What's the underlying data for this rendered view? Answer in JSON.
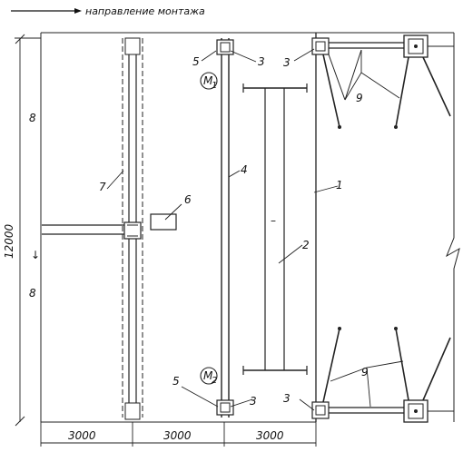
{
  "header": {
    "direction_label": "направление монтажа"
  },
  "dimensions": {
    "height": "12000",
    "bottom": [
      "3000",
      "3000",
      "3000"
    ]
  },
  "labels": {
    "l1": "1",
    "l2": "2",
    "l3a": "3",
    "l3b": "3",
    "l3c": "3",
    "l3d": "3",
    "l4": "4",
    "l5a": "5",
    "l5b": "5",
    "l6": "6",
    "l7": "7",
    "l8a": "8",
    "l8b": "8",
    "l9a": "9",
    "l9b": "9"
  },
  "mechanisms": {
    "m1": "M",
    "m1_sub": "1",
    "m2": "M",
    "m2_sub": "2"
  },
  "bar_mark": "–",
  "arrow_mark": "↓"
}
